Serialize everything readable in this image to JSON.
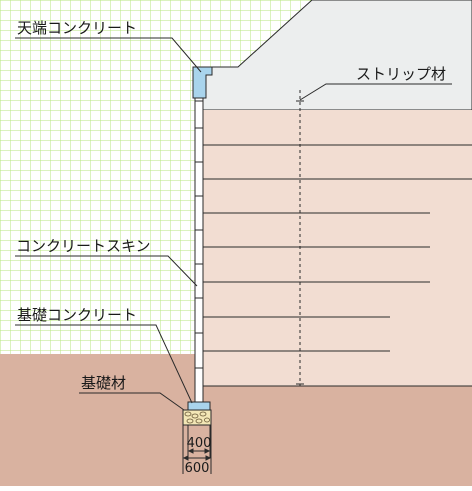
{
  "labels": {
    "top_concrete": "天端コンクリート",
    "strip_material": "ストリップ材",
    "concrete_skin": "コンクリートスキン",
    "foundation_concrete": "基礎コンクリート",
    "foundation_material": "基礎材"
  },
  "dimensions": {
    "inner": "400",
    "outer": "600"
  },
  "colors": {
    "grid_line": "#b7e67f",
    "grid_bg": "#ffffff",
    "reinforced_fill": "#f2ddd2",
    "embankment_fill": "#eceeee",
    "ground_fill": "#d9b2a0",
    "wall_fill": "#ffffff",
    "cap_fill": "#a9d4ec",
    "foundation_fill": "#a9d4ec",
    "gravel_fill": "#f3e7b6",
    "line": "#2a2a2a"
  }
}
